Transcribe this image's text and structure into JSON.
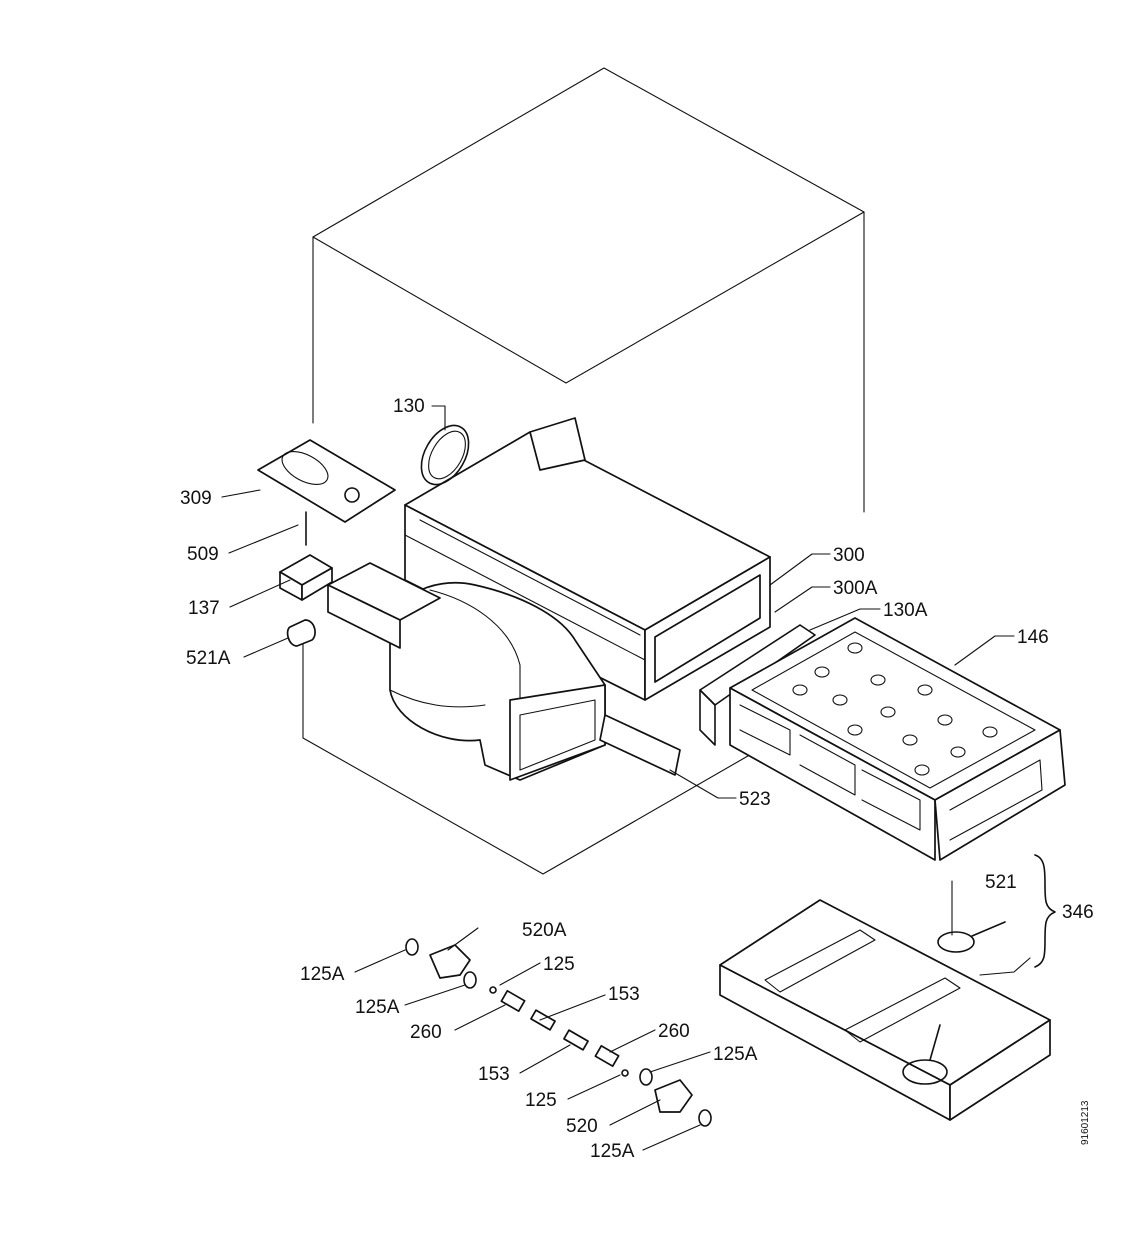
{
  "labels": {
    "l130": "130",
    "l309": "309",
    "l509": "509",
    "l137": "137",
    "l521a": "521A",
    "l300": "300",
    "l300a": "300A",
    "l130a": "130A",
    "l146": "146",
    "l523": "523",
    "l521": "521",
    "l346": "346",
    "l520a": "520A",
    "l125a_1": "125A",
    "l125_1": "125",
    "l125a_2": "125A",
    "l153_1": "153",
    "l260_1": "260",
    "l260_2": "260",
    "l153_2": "153",
    "l125a_3": "125A",
    "l125_2": "125",
    "l520": "520",
    "l125a_4": "125A"
  },
  "drawing_code": "91601213"
}
